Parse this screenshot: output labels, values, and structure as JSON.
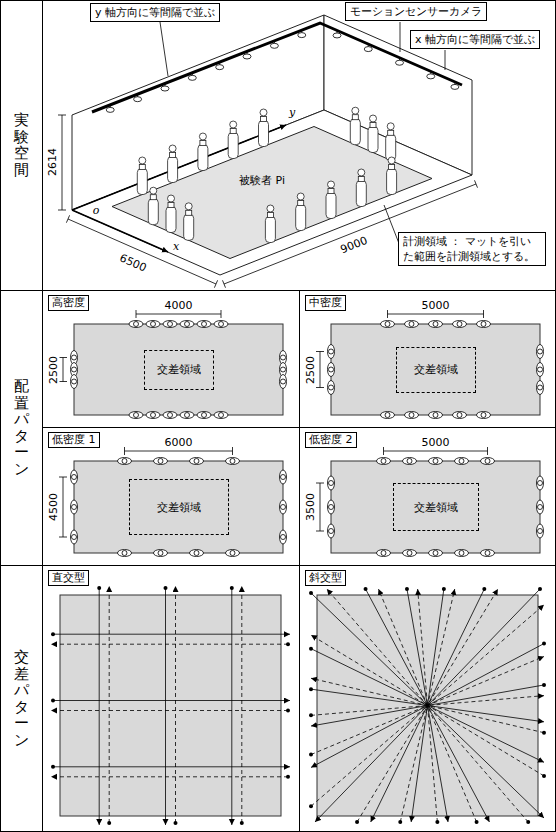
{
  "diagram": {
    "nodes": [
      {
        "text": [
          "y 軸方向に等間隔で並ぶ"
        ]
      },
      {
        "text": [
          "モーションセンサーカメラ"
        ]
      },
      {
        "text": [
          "x 軸方向に等間隔で並ぶ"
        ]
      },
      {
        "text": [
          "計測領域 ： マットを引いた範囲を計測領域とする。"
        ]
      },
      {
        "text": [
          "高密度"
        ]
      },
      {
        "text": [
          "交差領域"
        ],
        "in": 4
      },
      {
        "text": [
          "中密度"
        ]
      },
      {
        "text": [
          "交差領域"
        ],
        "in": 6
      },
      {
        "text": [
          "低密度 1"
        ]
      },
      {
        "text": [
          "交差領域"
        ],
        "in": 8
      },
      {
        "text": [
          "低密度 2"
        ]
      },
      {
        "text": [
          "交差領域"
        ],
        "in": 10
      },
      {
        "text": [
          "直交型"
        ]
      },
      {
        "text": [
          "斜交型"
        ]
      }
    ],
    "labels": [
      "実験空間",
      "配置パターン",
      "交差パターン",
      "2614",
      "6500",
      "9000",
      "o",
      "x",
      "y",
      "被験者 Pi",
      "4000",
      "2500",
      "5000",
      "2500",
      "6000",
      "4500",
      "5000",
      "3500"
    ]
  }
}
